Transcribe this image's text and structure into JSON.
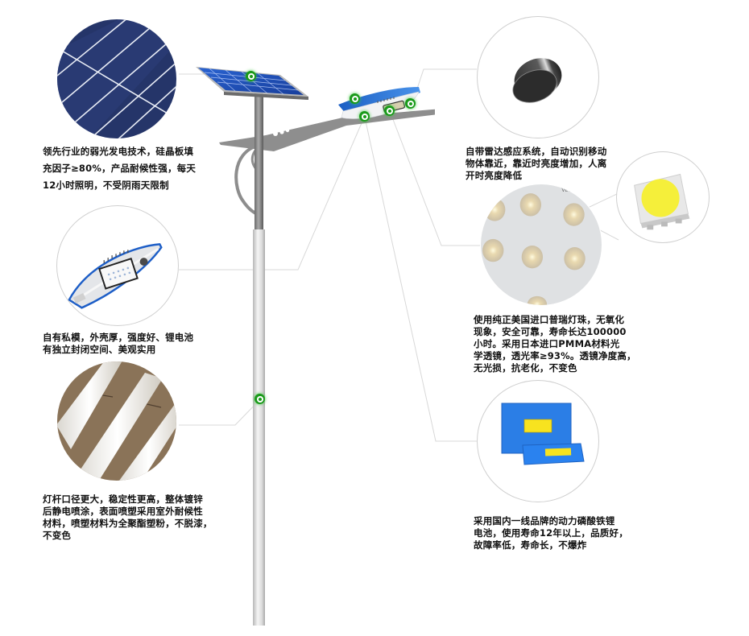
{
  "diagram": {
    "subject": "solar street light",
    "colors": {
      "marker": "#1a9a1a",
      "connector_line": "#d8d8d8",
      "circle_border": "#cfcfcf",
      "caption_text": "#111111",
      "panel_blue": "#1f4fb8",
      "lamp_blue": "#1e6fd0",
      "battery_blue": "#2b7ee6",
      "led_yellow": "#f5ef3a"
    }
  },
  "features": [
    {
      "id": "solar-panel",
      "side": "left",
      "image": "solar-panel-cells",
      "lines": [
        "领先行业的弱光发电技术，硅晶板填",
        "充因子≥80%，产品耐候性强，每天",
        "12小时照明，不受阴雨天限制"
      ]
    },
    {
      "id": "lamp-housing",
      "side": "left",
      "image": "lamp-head-underside",
      "lines": [
        "自有私模，外壳厚，强度好、锂电池",
        "有独立封闭空间、美观实用"
      ]
    },
    {
      "id": "pole",
      "side": "left",
      "image": "galvanized-pole-tubes",
      "lines": [
        "灯杆口径更大，稳定性更高，整体镀锌",
        "后静电喷涂，表面喷塑采用室外耐候性",
        "材料，喷塑材料为全聚酯塑粉，不脱漆，",
        "不变色"
      ]
    },
    {
      "id": "radar-sensor",
      "side": "right",
      "image": "radar-sensor-puck",
      "lines": [
        "自带雷达感应系统，自动识别移动",
        "物体靠近，靠近时亮度增加，人离",
        "开时亮度降低"
      ]
    },
    {
      "id": "led-chips",
      "side": "right",
      "image": "led-lens-board",
      "secondary_image": "smd-led-chip",
      "lines": [
        "使用纯正美国进口普瑞灯珠，无氧化",
        "现象，安全可靠，寿命长达100000",
        "小时。采用日本进口PMMA材料光",
        "学透镜，透光率≥93%。透镜净度高，",
        "无光损，抗老化，不变色"
      ]
    },
    {
      "id": "battery",
      "side": "right",
      "image": "lithium-battery-packs",
      "lines": [
        "采用国内一线品牌的动力磷酸铁锂",
        "电池，使用寿命12年以上，品质好，",
        "故障率低，寿命长，不爆炸"
      ]
    }
  ]
}
